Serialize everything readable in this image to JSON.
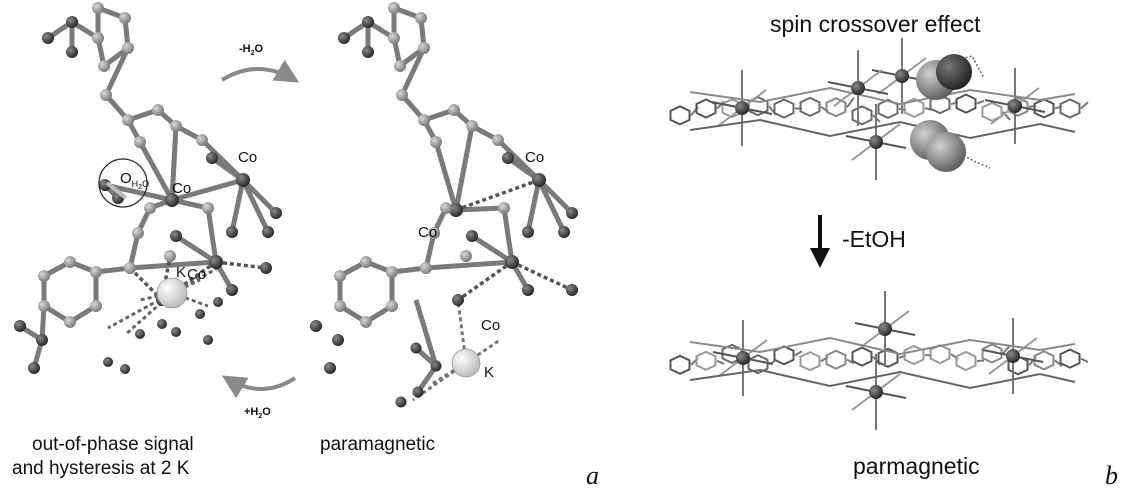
{
  "panel_a": {
    "letter": "a",
    "step_remove": "-H",
    "step_remove_sub": "2",
    "step_remove_tail": "O",
    "step_add": "+H",
    "step_add_sub": "2",
    "step_add_tail": "O",
    "left_structure": {
      "co_labels": [
        "Co",
        "Co",
        "Co"
      ],
      "water_label_main": "O",
      "water_label_sub": "H",
      "water_label_sub2": "2",
      "water_label_sub3": "O",
      "k_label": "K",
      "caption_line1": "out-of-phase signal",
      "caption_line2": "and hysteresis at 2 K"
    },
    "right_structure": {
      "co_labels": [
        "Co",
        "Co",
        "Co"
      ],
      "k_label": "K",
      "caption": "paramagnetic"
    }
  },
  "panel_b": {
    "letter": "b",
    "top_caption": "spin crossover effect",
    "step_label": "-EtOH",
    "bottom_caption": "parmagnetic"
  },
  "colors": {
    "atom_light": "#9a9a9a",
    "atom_dark": "#3c3c3c",
    "bond": "#7a7a7a",
    "arrow": "#8a8a8a",
    "k_atom": "#e4e4e4",
    "text": "#111111"
  }
}
